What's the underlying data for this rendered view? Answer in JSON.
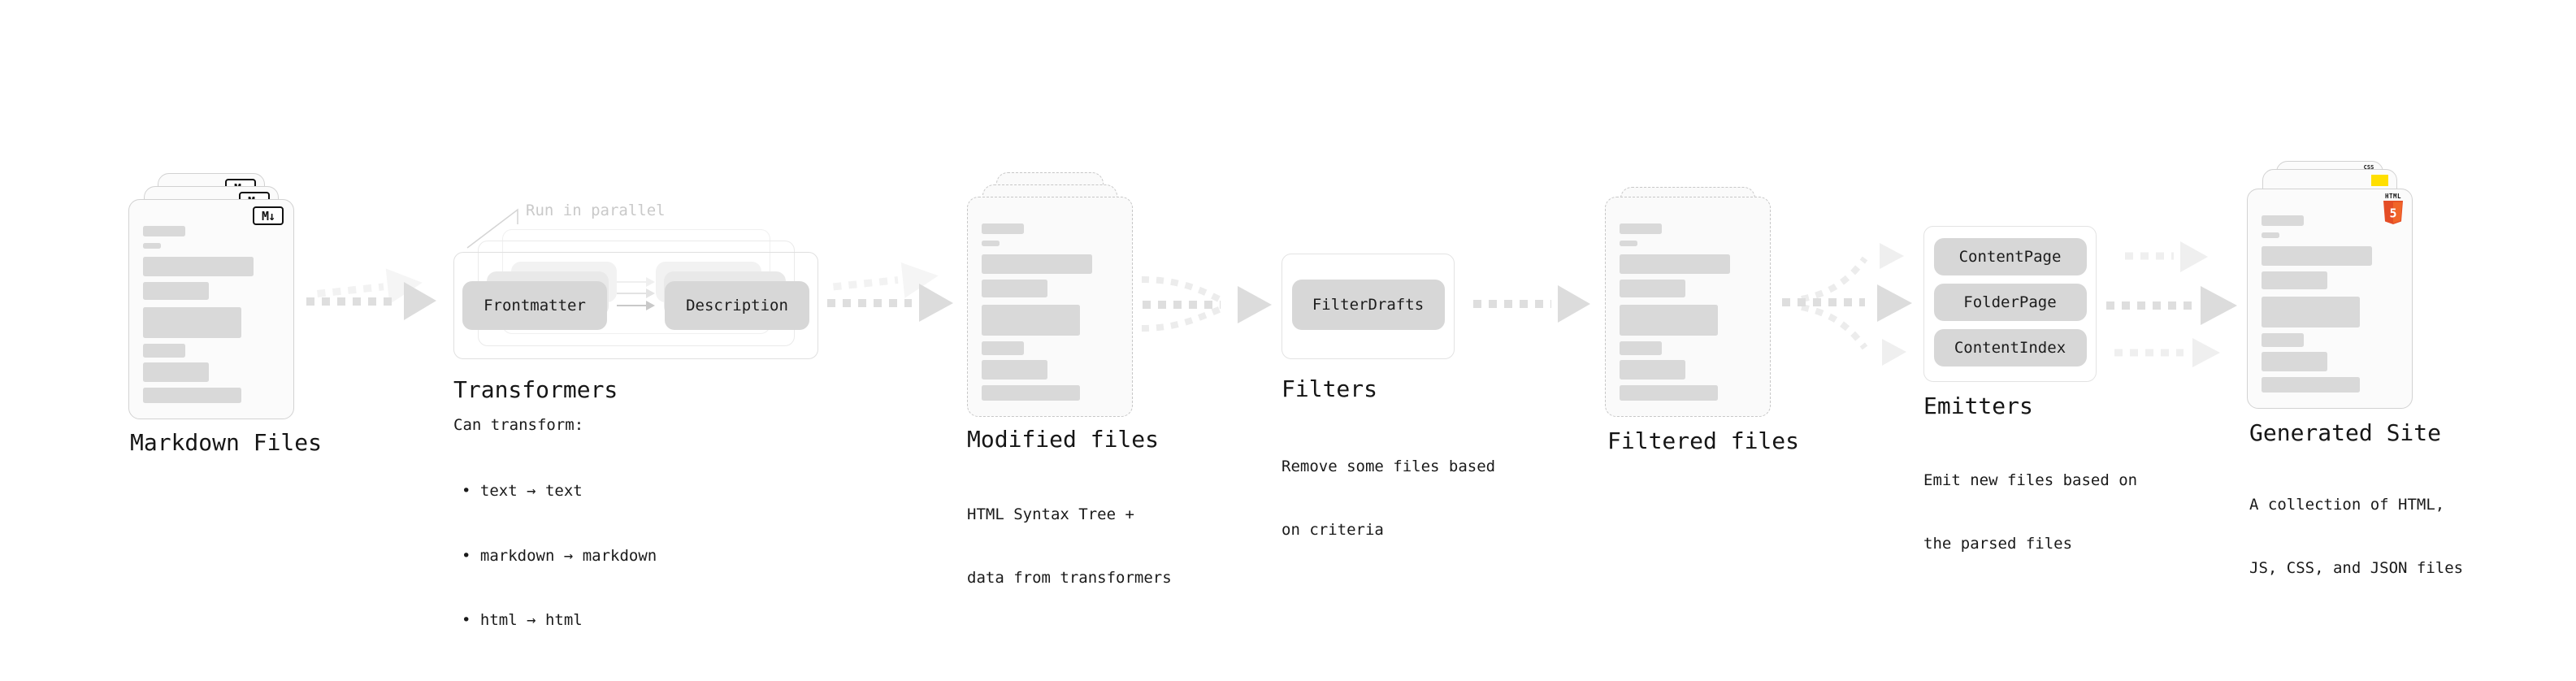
{
  "markdown": {
    "title": "Markdown Files",
    "badge": "M↓"
  },
  "transformers": {
    "title": "Transformers",
    "annotation": "Run in parallel",
    "pill_left": "Frontmatter",
    "pill_right": "Description",
    "desc": "Can transform:",
    "bullets": [
      "• text → text",
      "• markdown → markdown",
      "• html → html"
    ]
  },
  "modified": {
    "title": "Modified files",
    "desc1": "HTML Syntax Tree +",
    "desc2": "data from transformers"
  },
  "filters": {
    "title": "Filters",
    "pill": "FilterDrafts",
    "desc1": "Remove some files based",
    "desc2": "on criteria"
  },
  "filtered": {
    "title": "Filtered files"
  },
  "emitters": {
    "title": "Emitters",
    "pills": [
      "ContentPage",
      "FolderPage",
      "ContentIndex"
    ],
    "desc1": "Emit new files based on",
    "desc2": "the parsed files"
  },
  "generated": {
    "title": "Generated Site",
    "badge_css": "CSS",
    "badge_html": "HTML",
    "badge_html_number": "5",
    "desc1": "A collection of HTML,",
    "desc2": "JS, CSS, and JSON files"
  },
  "colors": {
    "html5_orange": "#e44d26",
    "html5_orange_light": "#f16529",
    "js_yellow": "#ffdf00",
    "css_blue": "#2d6ae3",
    "arrow_dark": "#dedede",
    "arrow_light": "#f0f0f0",
    "placeholder_gray": "#d9d9d9",
    "annotation_gray": "#c9c9c9"
  }
}
